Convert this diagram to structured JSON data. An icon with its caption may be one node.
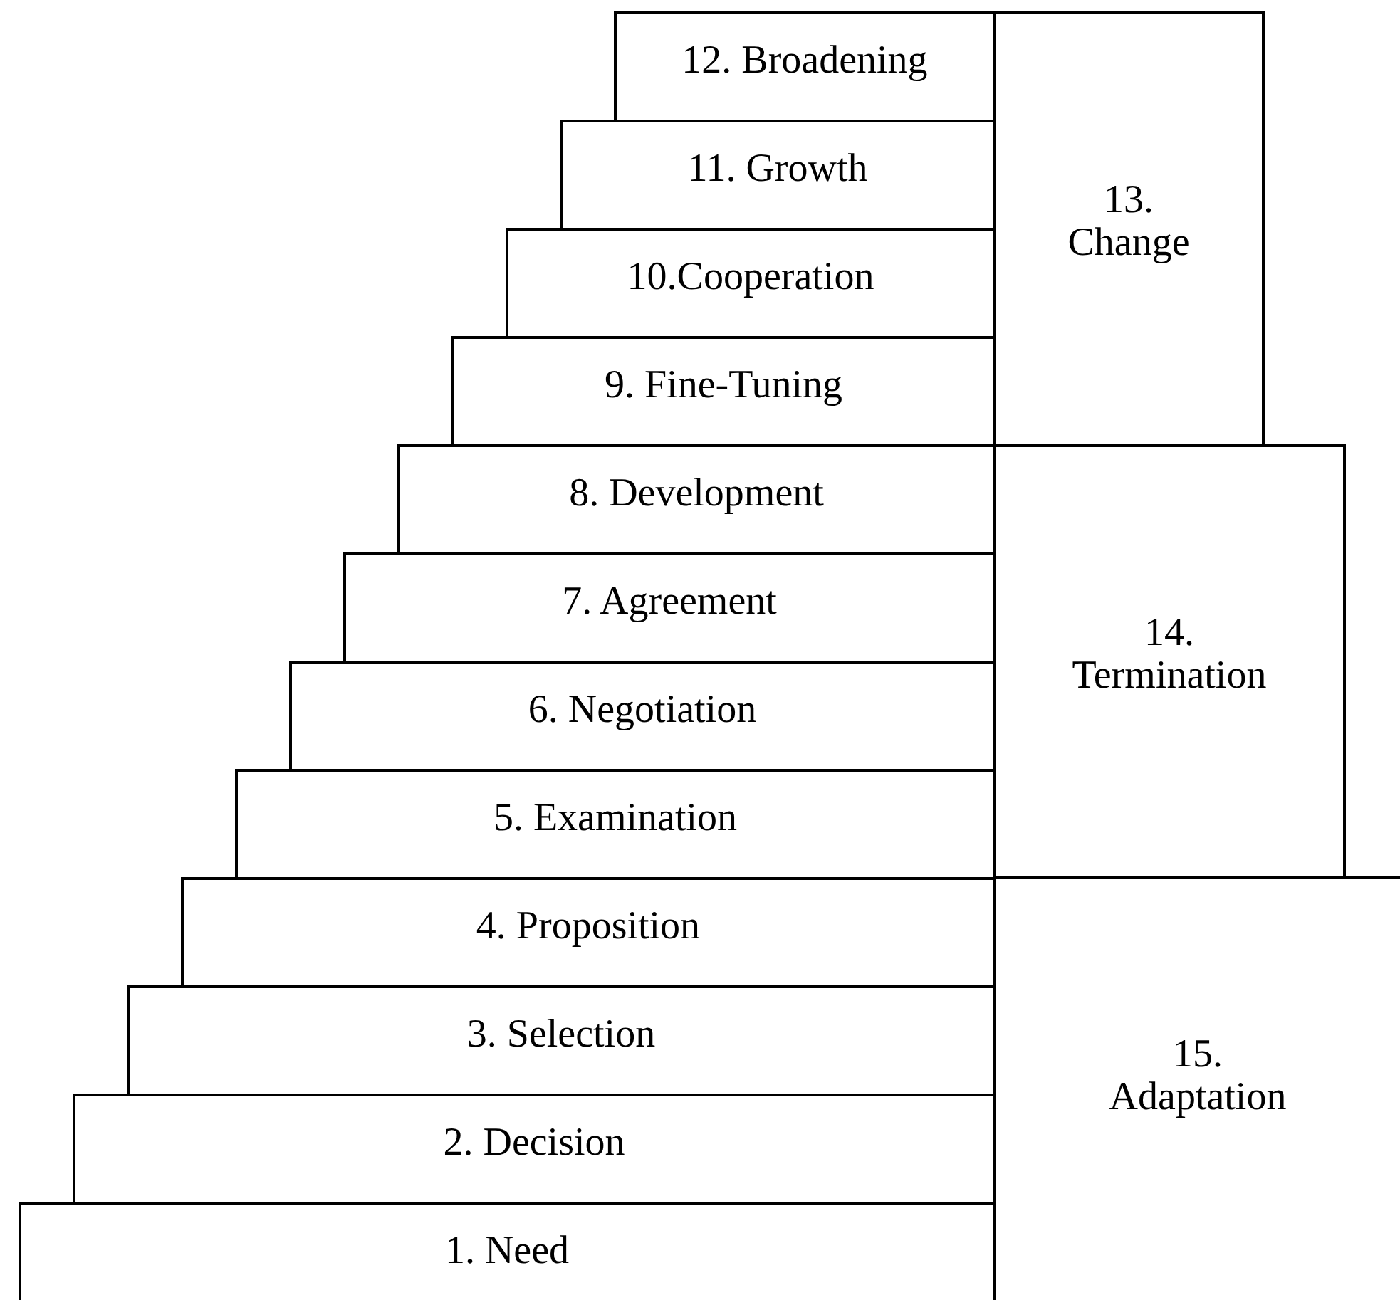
{
  "diagram": {
    "nodes": [
      {
        "text": [
          "12. Broadening"
        ]
      },
      {
        "text": [
          "11. Growth"
        ]
      },
      {
        "text": [
          "10.Cooperation"
        ]
      },
      {
        "text": [
          "9. Fine-Tuning"
        ]
      },
      {
        "text": [
          "8. Development"
        ]
      },
      {
        "text": [
          "7. Agreement"
        ]
      },
      {
        "text": [
          "6. Negotiation"
        ]
      },
      {
        "text": [
          "5. Examination"
        ]
      },
      {
        "text": [
          "4. Proposition"
        ]
      },
      {
        "text": [
          "3. Selection"
        ]
      },
      {
        "text": [
          "2. Decision"
        ]
      },
      {
        "text": [
          "1. Need"
        ]
      },
      {
        "text": [
          "13. Change"
        ]
      },
      {
        "text": [
          "14. Termination"
        ]
      },
      {
        "text": [
          "15. Adaptation"
        ]
      }
    ]
  }
}
